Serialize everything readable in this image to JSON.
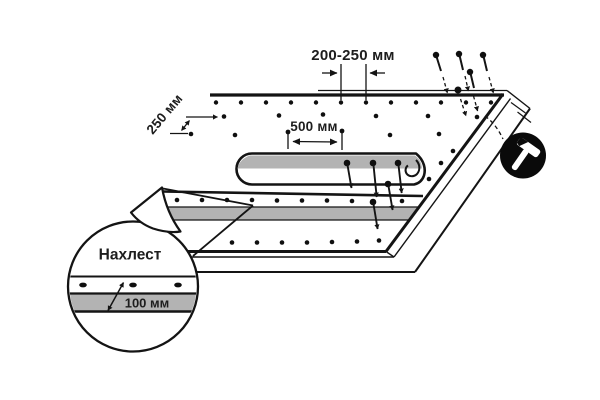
{
  "illustration": {
    "labels": {
      "edge_nail_spacing": "200-250 мм",
      "row_spacing": "250 мм",
      "field_nail_spacing": "500 мм",
      "overlap_title": "Нахлест",
      "overlap_width": "100 мм"
    },
    "colors": {
      "line": "#141414",
      "membrane_stripe": "#b3b3b3",
      "background": "#ffffff",
      "badge": "#0a0a0a"
    },
    "icons": {
      "hammer": "hammer-icon",
      "nails": "nail-icon",
      "magnifier": "detail-magnifier-circle"
    }
  }
}
